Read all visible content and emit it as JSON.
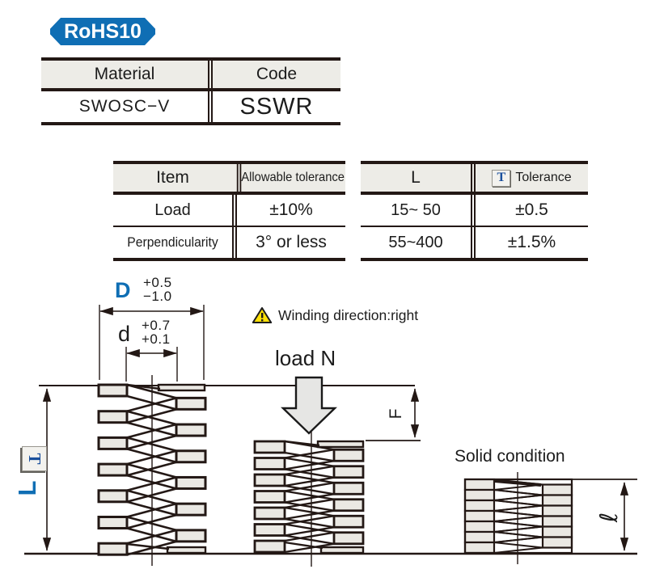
{
  "badge": {
    "label": "RoHS10"
  },
  "material_table": {
    "col1_header": "Material",
    "col2_header": "Code",
    "material": "SWOSC−V",
    "code": "SSWR"
  },
  "tolerance_table": {
    "col1_header": "Item",
    "col2_header": "Allowable tolerance",
    "rows": [
      {
        "item": "Load",
        "value": "±10%"
      },
      {
        "item": "Perpendicularity",
        "value": "3° or less"
      }
    ]
  },
  "length_table": {
    "col1_header": "L",
    "t_badge": "T",
    "col2_header": "Tolerance",
    "rows": [
      {
        "range": "15~ 50",
        "value": "±0.5"
      },
      {
        "range": "55~400",
        "value": "±1.5%"
      }
    ]
  },
  "drawing": {
    "outer_diameter": {
      "label": "D",
      "upper": "+0.5",
      "lower": "−1.0"
    },
    "wire_diameter": {
      "label": "d",
      "upper": "+0.7",
      "lower": "+0.1"
    },
    "winding_note": "Winding direction:right",
    "load_label": "load N",
    "deflection_label": "F",
    "length_label": "L",
    "t_badge": "T",
    "solid_label": "Solid condition",
    "solid_length_label": "ℓ"
  },
  "colors": {
    "accent_blue": "#0f6eb4",
    "t_blue": "#1a4f9c",
    "warning_yellow": "#ffe108",
    "line": "#231815"
  }
}
